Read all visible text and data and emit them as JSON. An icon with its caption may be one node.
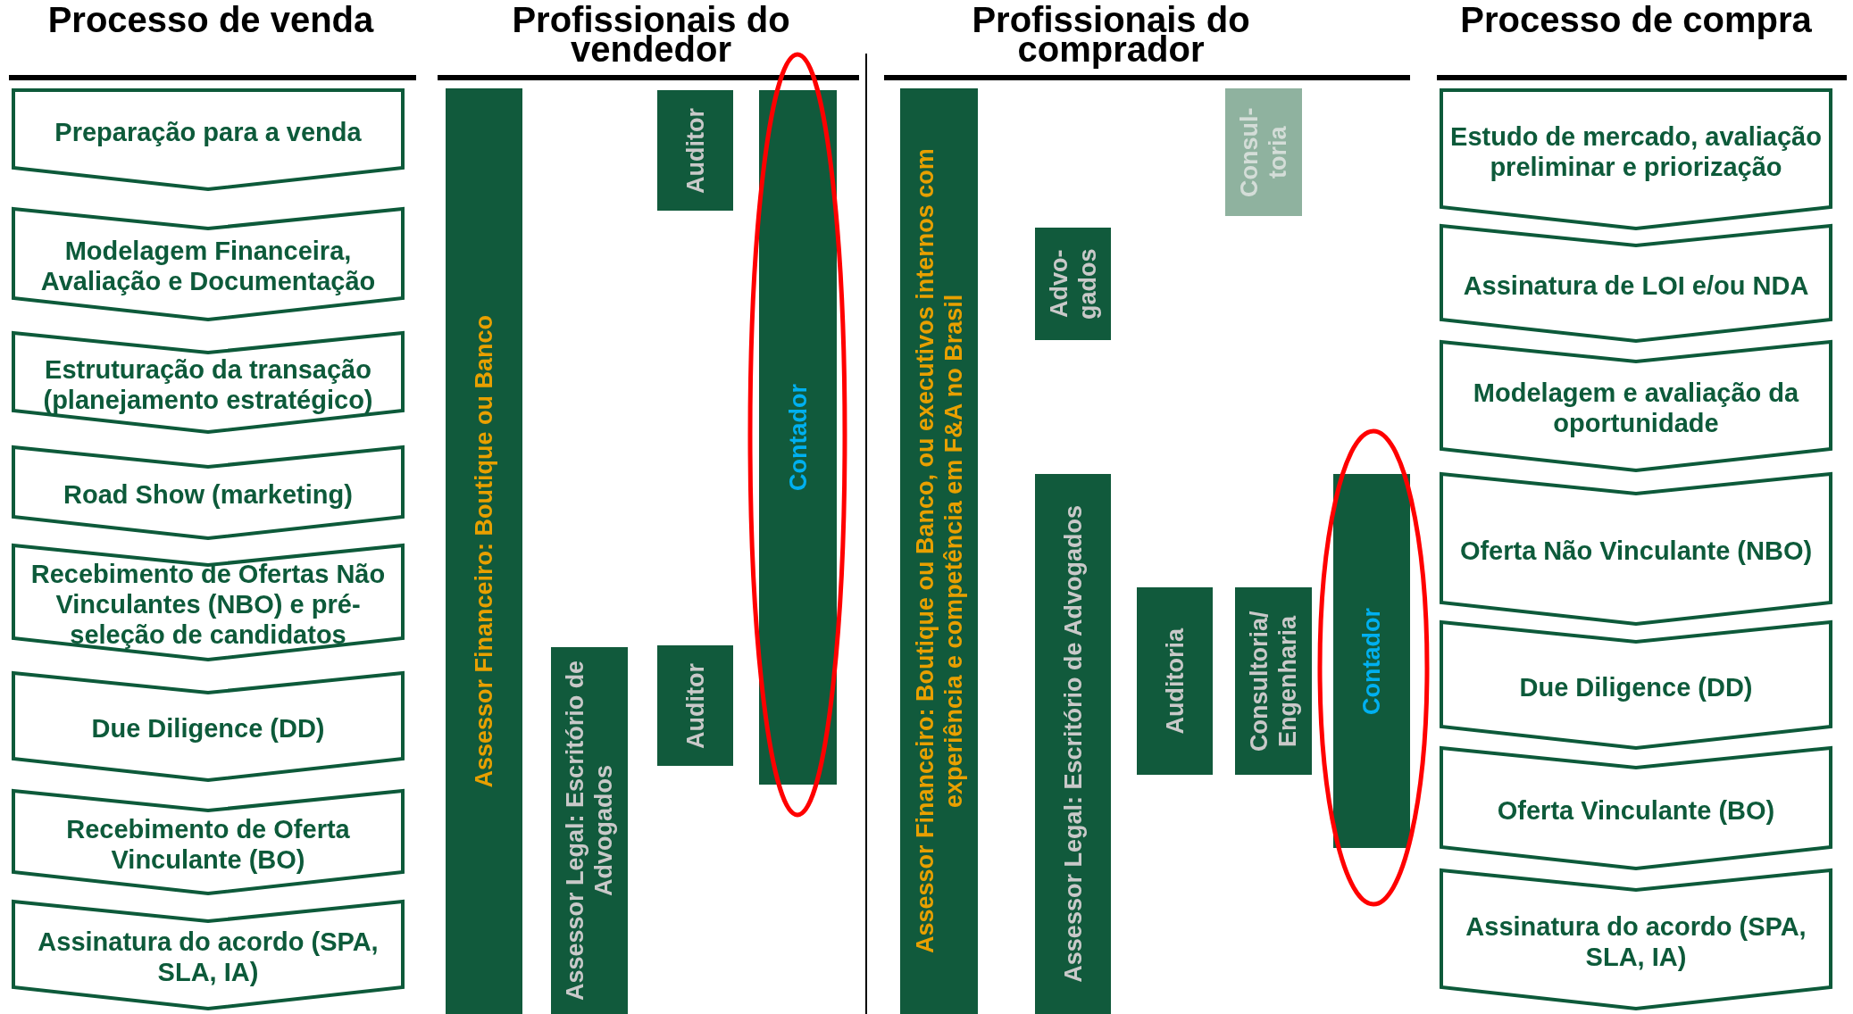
{
  "diagram": {
    "nodes": [
      {
        "text": [
          "Preparação para a venda"
        ]
      },
      {
        "text": [
          "Modelagem Financeira, Avaliação e Documentação"
        ]
      },
      {
        "text": [
          "Estruturação da transação (planejamento estratégico)"
        ]
      },
      {
        "text": [
          "Road Show (marketing)"
        ]
      },
      {
        "text": [
          "Recebimento de Ofertas Não Vinculantes (NBO) e pré-seleção de candidatos"
        ]
      },
      {
        "text": [
          "Due Diligence (DD)"
        ]
      },
      {
        "text": [
          "Recebimento de Oferta Vinculante (BO)"
        ]
      },
      {
        "text": [
          "Assinatura do acordo (SPA, SLA, IA)"
        ]
      },
      {
        "text": [
          "Assessor Financeiro: Boutique ou Banco"
        ]
      },
      {
        "text": [
          "Assessor Legal: Escritório de Advogados"
        ]
      },
      {
        "text": [
          "Auditor"
        ]
      },
      {
        "text": [
          "Auditor"
        ]
      },
      {
        "text": [
          "Contador"
        ]
      },
      {
        "text": [
          "Assessor Financeiro: Boutique ou Banco, ou executivos internos com experiência e competência  em F&A no Brasil"
        ]
      },
      {
        "text": [
          "Advo- gados"
        ]
      },
      {
        "text": [
          "Consul- toria"
        ]
      },
      {
        "text": [
          "Assessor Legal: Escritório de Advogados"
        ]
      },
      {
        "text": [
          "Auditoria"
        ]
      },
      {
        "text": [
          "Consultoria/ Engenharia"
        ]
      },
      {
        "text": [
          "Contador"
        ]
      },
      {
        "text": [
          "Estudo de mercado, avaliação preliminar e priorização"
        ]
      },
      {
        "text": [
          "Assinatura de LOI e/ou NDA"
        ]
      },
      {
        "text": [
          "Modelagem e avaliação da oportunidade"
        ]
      },
      {
        "text": [
          "Oferta Não Vinculante (NBO)"
        ]
      },
      {
        "text": [
          "Due Diligence (DD)"
        ]
      },
      {
        "text": [
          "Oferta Vinculante (BO)"
        ]
      },
      {
        "text": [
          "Assinatura do acordo (SPA, SLA, IA)"
        ]
      }
    ],
    "edges": [],
    "labels": [
      "Processo de venda",
      "Profissionais do vendedor",
      "Profissionais do comprador",
      "Processo de compra"
    ]
  }
}
